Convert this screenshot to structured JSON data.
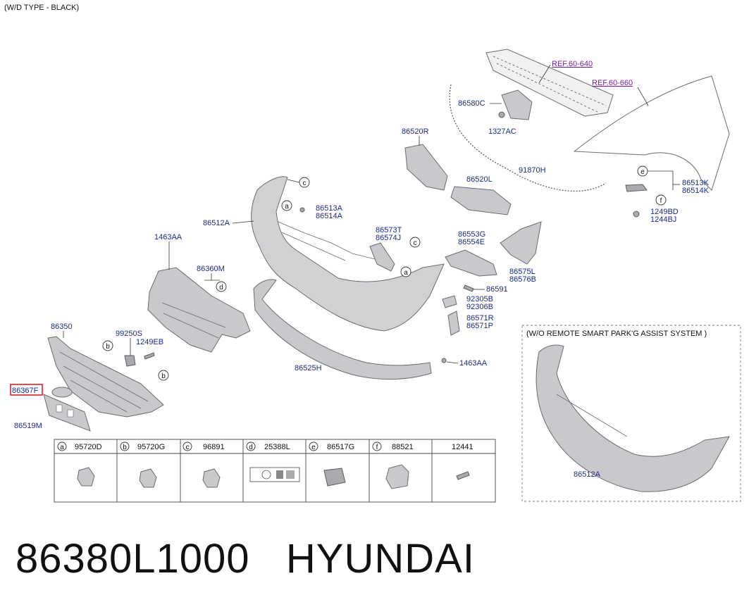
{
  "type_note": "(W/D TYPE - BLACK)",
  "refs": [
    "REF.60-640",
    "REF.60-660"
  ],
  "parts": {
    "p86580C": "86580C",
    "p1327AC": "1327AC",
    "p86520R": "86520R",
    "p86520L": "86520L",
    "p91870H": "91870H",
    "p86513K": "86513K",
    "p86514K": "86514K",
    "p1249BD": "1249BD",
    "p1244BJ": "1244BJ",
    "p86513A": "86513A",
    "p86514A": "86514A",
    "p86512A": "86512A",
    "p86573T": "86573T",
    "p86574J": "86574J",
    "p86553G": "86553G",
    "p86554E": "86554E",
    "p86575L": "86575L",
    "p86576B": "86576B",
    "p86591": "86591",
    "p92305B": "92305B",
    "p92306B": "92306B",
    "p86571R": "86571R",
    "p86571P": "86571P",
    "p1463AA_top": "1463AA",
    "p86360M": "86360M",
    "p86350": "86350",
    "p99250S": "99250S",
    "p1249EB": "1249EB",
    "p86367F": "86367F",
    "p86519M": "86519M",
    "p86525H": "86525H",
    "p1463AA_bot": "1463AA",
    "p86512A_inset": "86512A"
  },
  "callouts": [
    "a",
    "b",
    "c",
    "d",
    "e",
    "f"
  ],
  "inset_title": "(W/O REMOTE SMART PARK'G ASSIST SYSTEM )",
  "legend_table": [
    {
      "key": "a",
      "part": "95720D"
    },
    {
      "key": "b",
      "part": "95720G"
    },
    {
      "key": "c",
      "part": "96891"
    },
    {
      "key": "d",
      "part": "25388L"
    },
    {
      "key": "e",
      "part": "86517G"
    },
    {
      "key": "f",
      "part": "88521"
    },
    {
      "key": "",
      "part": "12441"
    }
  ],
  "footer": {
    "part_number": "86380L1000",
    "brand": "HYUNDAI"
  },
  "highlight_color": "#e0202a",
  "label_color": "#1a2a8a"
}
